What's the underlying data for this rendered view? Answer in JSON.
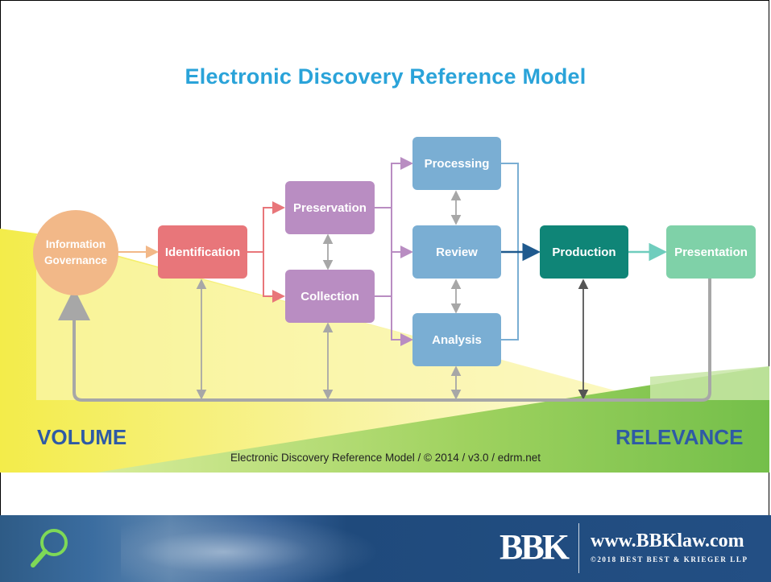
{
  "title": "Electronic Discovery Reference Model",
  "nodes": {
    "information_governance": "Information Governance",
    "identification": "Identification",
    "preservation": "Preservation",
    "collection": "Collection",
    "processing": "Processing",
    "review": "Review",
    "analysis": "Analysis",
    "production": "Production",
    "presentation": "Presentation"
  },
  "axis_labels": {
    "volume": "VOLUME",
    "relevance": "RELEVANCE"
  },
  "footer": "Electronic Discovery Reference Model / © 2014 / v3.0 / edrm.net",
  "banner": {
    "logo": "BBK",
    "website": "www.BBKlaw.com",
    "copyright": "©2018 BEST BEST & KRIEGER LLP",
    "icon": "search-icon"
  },
  "colors": {
    "title": "#2aa3d9",
    "governance": "#f2b888",
    "identification": "#e8767a",
    "preservation": "#b98dc2",
    "processing": "#7aaed3",
    "production": "#0f8577",
    "presentation": "#7fd1a8",
    "volume": "#2e5aa5",
    "relevance": "#2e5aa5"
  }
}
